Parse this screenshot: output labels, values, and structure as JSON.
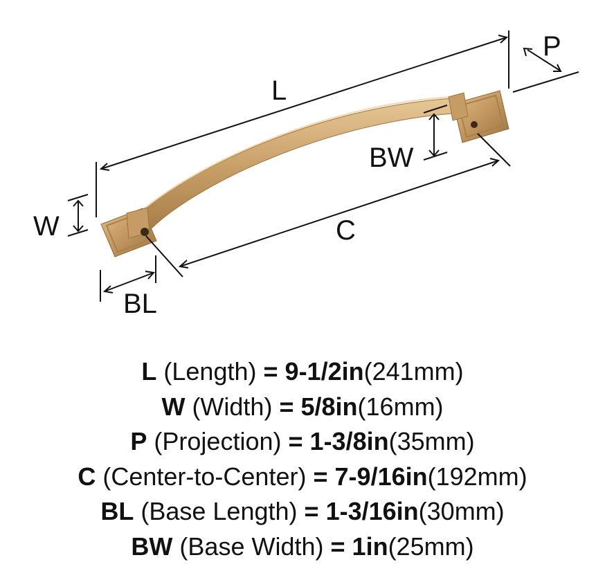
{
  "diagram": {
    "labels": {
      "length": "L",
      "projection": "P",
      "width": "W",
      "base_width": "BW",
      "center_to_center": "C",
      "base_length": "BL"
    },
    "finish_color": "#c59a63",
    "finish_highlight": "#e2c08f",
    "finish_shadow": "#9c7440"
  },
  "specs": [
    {
      "code": "L",
      "name": "(Length)",
      "eq": "=",
      "imperial": "9-1/2in",
      "metric": "(241mm)"
    },
    {
      "code": "W",
      "name": "(Width)",
      "eq": "=",
      "imperial": "5/8in",
      "metric": "(16mm)"
    },
    {
      "code": "P",
      "name": "(Projection)",
      "eq": "=",
      "imperial": "1-3/8in",
      "metric": "(35mm)"
    },
    {
      "code": "C",
      "name": "(Center-to-Center)",
      "eq": "=",
      "imperial": "7-9/16in",
      "metric": "(192mm)"
    },
    {
      "code": "BL",
      "name": "(Base Length)",
      "eq": "=",
      "imperial": "1-3/16in",
      "metric": "(30mm)"
    },
    {
      "code": "BW",
      "name": "(Base Width)",
      "eq": "=",
      "imperial": "1in",
      "metric": "(25mm)"
    }
  ]
}
